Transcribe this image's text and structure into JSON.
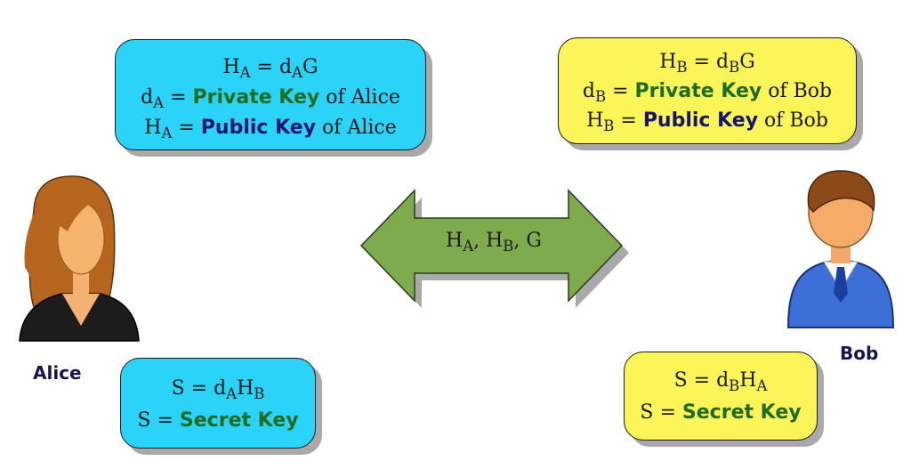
{
  "alice_box": {
    "line1": {
      "lhs": "H",
      "lhs_sub": "A",
      "eq": " = d",
      "rhs_sub": "A",
      "rhs": "G"
    },
    "line2": {
      "var": "d",
      "var_sub": "A",
      "eq": " = ",
      "highlight": "Private Key",
      "rest": " of Alice"
    },
    "line3": {
      "var": "H",
      "var_sub": "A",
      "eq": " = ",
      "highlight": "Public Key",
      "rest": " of Alice"
    }
  },
  "bob_box": {
    "line1": {
      "lhs": "H",
      "lhs_sub": "B",
      "eq": " = d",
      "rhs_sub": "B",
      "rhs": "G"
    },
    "line2": {
      "var": "d",
      "var_sub": "B",
      "eq": " = ",
      "highlight": "Private Key",
      "rest": " of Bob"
    },
    "line3": {
      "var": "H",
      "var_sub": "B",
      "eq": " = ",
      "highlight": "Public Key",
      "rest": " of Bob"
    }
  },
  "exchange": {
    "h": "H",
    "a": "A",
    "sep": ", H",
    "b": "B",
    "tail": ", G"
  },
  "alice_secret": {
    "line1": {
      "pre": "S = d",
      "sub1": "A",
      "mid": "H",
      "sub2": "B"
    },
    "line2": {
      "pre": "S = ",
      "highlight": "Secret Key"
    }
  },
  "bob_secret": {
    "line1": {
      "pre": "S = d",
      "sub1": "B",
      "mid": "H",
      "sub2": "A"
    },
    "line2": {
      "pre": "S = ",
      "highlight": "Secret Key"
    }
  },
  "labels": {
    "alice": "Alice",
    "bob": "Bob"
  },
  "colors": {
    "alice_box": "#2ad3f7",
    "bob_box": "#fbf55a",
    "arrow": "#7fab4f",
    "private_key": "#1f6b1f",
    "public_key": "#16166a"
  },
  "icons": {
    "alice": "woman-avatar-icon",
    "bob": "man-avatar-icon"
  }
}
